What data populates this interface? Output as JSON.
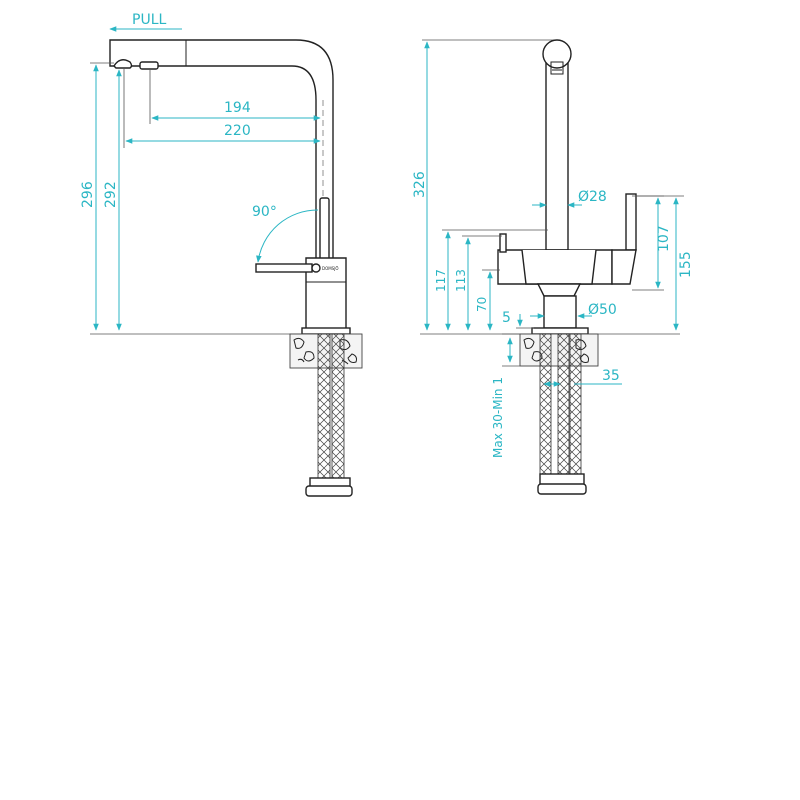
{
  "labels": {
    "pull": "PULL",
    "angle": "90°",
    "brand": "DOMSJÖ"
  },
  "dimensions": {
    "d194": "194",
    "d220": "220",
    "d296": "296",
    "d292": "292",
    "d326": "326",
    "dia28": "Ø28",
    "d107": "107",
    "d155": "155",
    "d117": "117",
    "d113": "113",
    "d70": "70",
    "d5": "5",
    "dia50": "Ø50",
    "d35": "35",
    "deck": "Max 30-Min 1"
  },
  "colors": {
    "dimension": "#2bb6c4",
    "outline": "#222222"
  }
}
